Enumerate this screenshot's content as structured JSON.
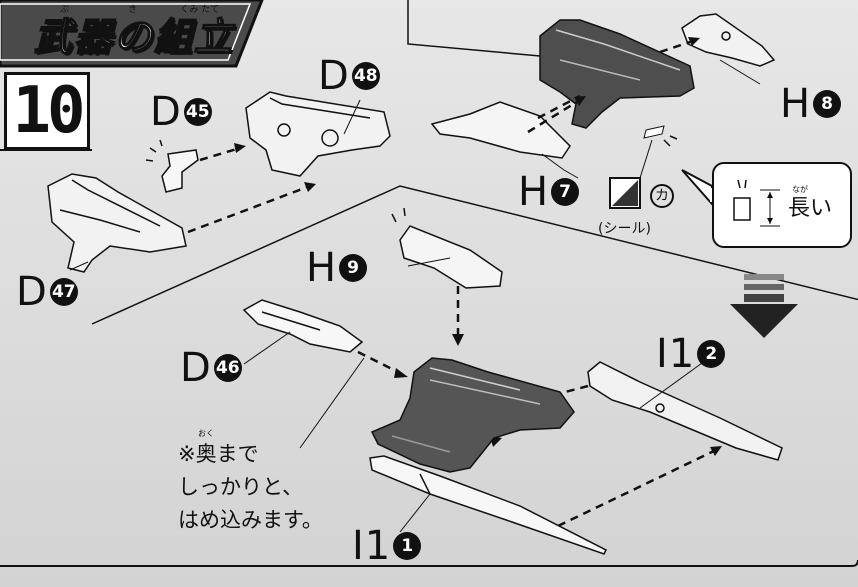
{
  "header": {
    "banner_title": "武器の組立",
    "furigana": [
      "ぶ",
      "き",
      "くみ たて"
    ]
  },
  "step": {
    "number": "10"
  },
  "parts": {
    "d45": {
      "letter": "D",
      "num": "45"
    },
    "d48": {
      "letter": "D",
      "num": "48"
    },
    "d47": {
      "letter": "D",
      "num": "47"
    },
    "h8": {
      "letter": "H",
      "num": "8"
    },
    "h7": {
      "letter": "H",
      "num": "7"
    },
    "h9": {
      "letter": "H",
      "num": "9"
    },
    "d46": {
      "letter": "D",
      "num": "46"
    },
    "i12": {
      "letter": "I1",
      "num": "2"
    },
    "i11": {
      "letter": "I1",
      "num": "1"
    }
  },
  "sticker": {
    "label": "カ",
    "caption": "(シール)"
  },
  "callout": {
    "text": "長い",
    "furigana": "なが"
  },
  "note": {
    "furigana": "おく",
    "lines": [
      "※奥まで",
      "しっかりと、",
      "はめ込みます。"
    ]
  },
  "colors": {
    "ink": "#111111",
    "paper": "#dcdcdc",
    "banner": "#555555"
  }
}
